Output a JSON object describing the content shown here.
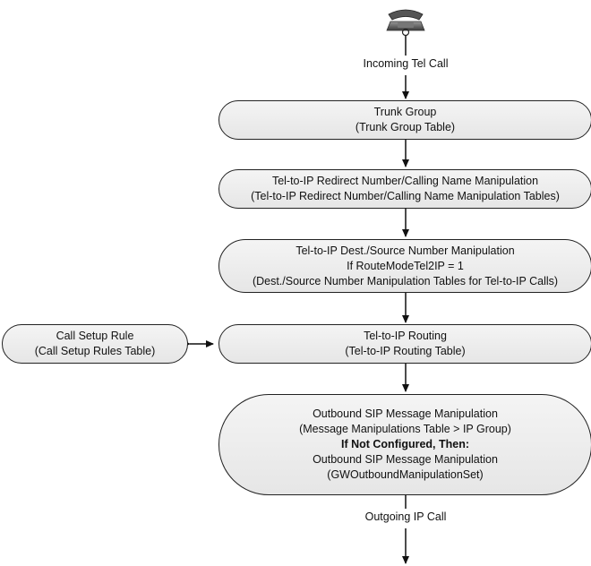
{
  "flow": {
    "incoming_label": "Incoming Tel Call",
    "outgoing_label": "Outgoing IP Call",
    "trunk_group": {
      "line1": "Trunk Group",
      "line2": "(Trunk Group Table)"
    },
    "redirect": {
      "line1": "Tel-to-IP Redirect Number/Calling Name Manipulation",
      "line2": "(Tel-to-IP Redirect Number/Calling Name Manipulation Tables)"
    },
    "dest_source": {
      "line1": "Tel-to-IP Dest./Source Number Manipulation",
      "line2": "If RouteModeTel2IP = 1",
      "line3": "(Dest./Source Number Manipulation Tables for Tel-to-IP Calls)"
    },
    "routing": {
      "line1": "Tel-to-IP Routing",
      "line2": "(Tel-to-IP Routing Table)"
    },
    "call_setup": {
      "line1": "Call Setup Rule",
      "line2": "(Call Setup Rules Table)"
    },
    "outbound": {
      "line1": "Outbound SIP Message Manipulation",
      "line2": "(Message Manipulations Table > IP Group)",
      "line3": "If Not Configured, Then:",
      "line4": "Outbound SIP Message Manipulation",
      "line5": "(GWOutboundManipulationSet)"
    }
  },
  "icons": {
    "top": "telephone-icon"
  }
}
